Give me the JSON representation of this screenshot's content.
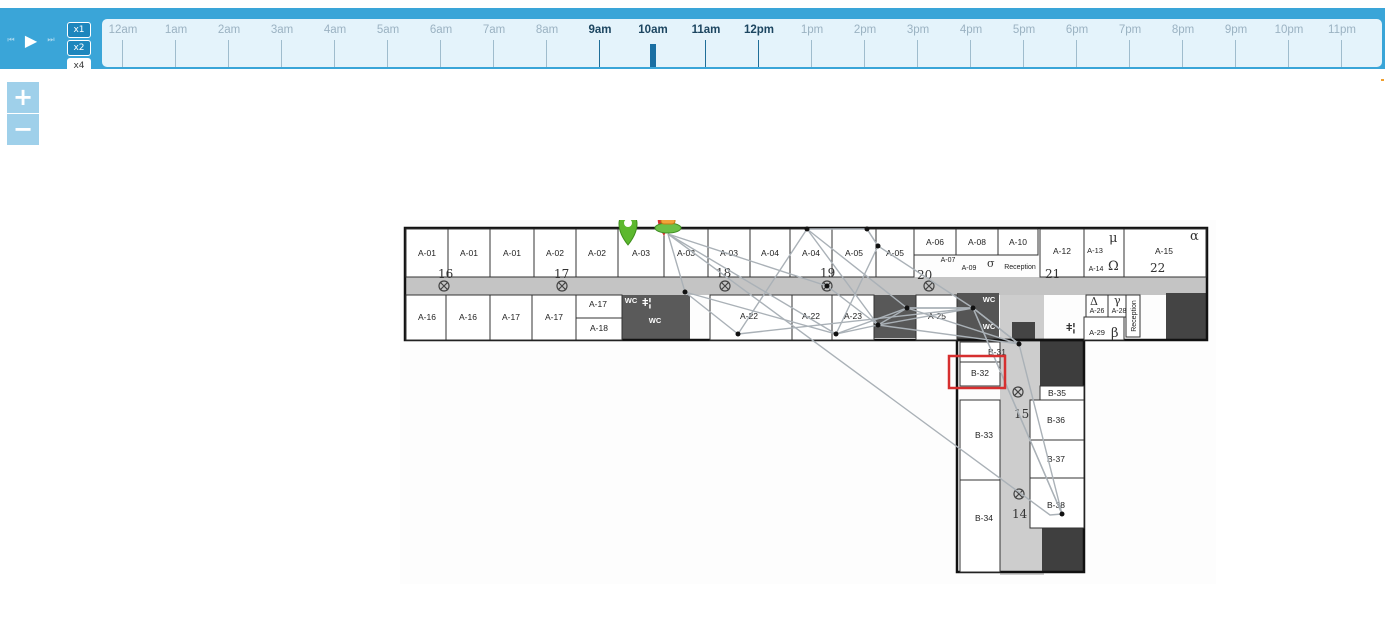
{
  "controls": {
    "prev_icon": "⏮",
    "play_icon": "▶",
    "next_icon": "⏭",
    "speeds": [
      {
        "label": "x1",
        "selected": true
      },
      {
        "label": "x2",
        "selected": true
      },
      {
        "label": "x4",
        "selected": false
      }
    ]
  },
  "timeline": {
    "hours": [
      "12am",
      "1am",
      "2am",
      "3am",
      "4am",
      "5am",
      "6am",
      "7am",
      "8am",
      "9am",
      "10am",
      "11am",
      "12pm",
      "1pm",
      "2pm",
      "3pm",
      "4pm",
      "5pm",
      "6pm",
      "7pm",
      "8pm",
      "9pm",
      "10pm",
      "11pm"
    ],
    "active_hours": [
      "9am",
      "10am",
      "11am",
      "12pm"
    ],
    "current_hour": "10am"
  },
  "zoom": {
    "in_label": "+",
    "out_label": "−"
  },
  "colors": {
    "bar": "#3aa5d8",
    "timeline_bg": "#e4f3fb",
    "highlight": "#d62f2f",
    "start_marker": "#5cb82e"
  },
  "floorplan": {
    "top_rooms": [
      "A-01",
      "A-01",
      "A-01",
      "A-02",
      "A-02",
      "A-03",
      "A-03",
      "A-03",
      "A-04",
      "A-04",
      "A-05",
      "A-05",
      "A-06",
      "A-08",
      "A-10",
      "A-12",
      "A-13",
      "A-15"
    ],
    "bottom_rooms": [
      "A-16",
      "A-16",
      "A-17",
      "A-17",
      "A-17",
      "A-18",
      "WC",
      "WC",
      "A-22",
      "A-22",
      "A-23",
      "A-25",
      "WC",
      "WC",
      "A-26",
      "A-28",
      "A-29",
      "Reception"
    ],
    "small_labels": [
      "A-07",
      "A-09",
      "Reception",
      "A-14"
    ],
    "wing_rooms": [
      "B-31",
      "B-32",
      "B-35",
      "B-36",
      "B-33",
      "B-37",
      "B-34",
      "B-38"
    ],
    "handwritten": [
      "16",
      "17",
      "18",
      "19",
      "20",
      "21",
      "22",
      "15",
      "14",
      "σ",
      "μ",
      "α",
      "Ω",
      "Δ",
      "γ",
      "β"
    ],
    "highlighted_room": "B-32",
    "icons": {
      "start": "map-pin-icon",
      "person": "person-marker-icon",
      "restroom": "restroom-icon"
    }
  }
}
